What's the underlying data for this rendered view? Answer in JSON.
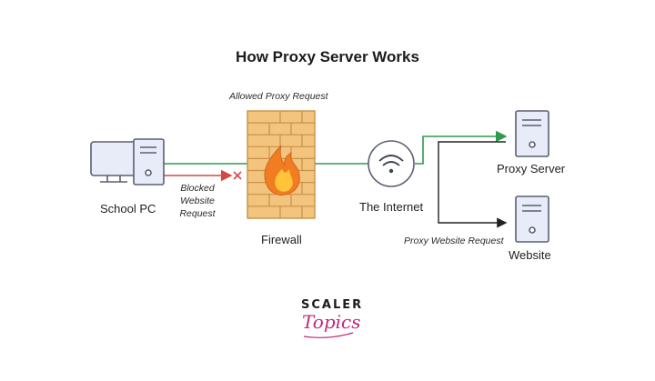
{
  "title": "How Proxy Server Works",
  "nodes": {
    "school_pc": "School PC",
    "firewall": "Firewall",
    "internet": "The Internet",
    "proxy_server": "Proxy Server",
    "website": "Website"
  },
  "edges": {
    "blocked": "Blocked Website Request",
    "blocked_lines": [
      "Blocked",
      "Website",
      "Request"
    ],
    "allowed_proxy": "Allowed Proxy Request",
    "proxy_website": "Proxy Website Request"
  },
  "brand": {
    "line1": "SCALER",
    "line2": "Topics"
  },
  "colors": {
    "allowed_line": "#2e9a4e",
    "blocked_line": "#d94545",
    "proxy_line": "#222222",
    "brick": "#f2c47e",
    "brick_line": "#c8914a",
    "flame_outer": "#f07d22",
    "flame_inner": "#ffc43a",
    "device_fill": "#e8ebf8",
    "device_stroke": "#5a5f73",
    "brand_accent": "#c2277a"
  }
}
